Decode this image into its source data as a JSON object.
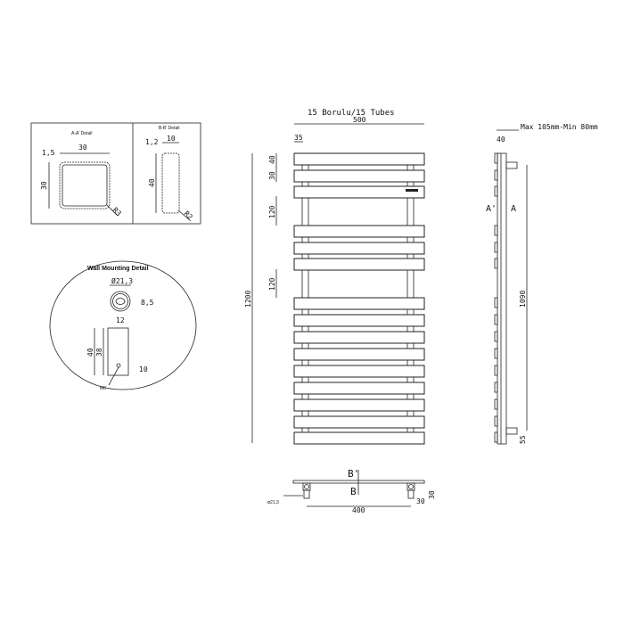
{
  "aa_detail": {
    "title": "A-A' Detail",
    "wall": "1,5",
    "width": "30",
    "height": "30",
    "radius": "R3"
  },
  "bb_detail": {
    "title": "B-B' Detail",
    "wall": "1,2",
    "width": "10",
    "height": "40",
    "radius": "R2"
  },
  "wall_mounting": {
    "title": "Wall Mounting Detail",
    "diameter": "Ø21,3",
    "hole_h": "8,5",
    "hole_w": "12",
    "h_outer": "40",
    "h_inner": "38",
    "bolt_offset": "10",
    "bolt": "M6"
  },
  "front_view": {
    "title": "15 Borulu/15 Tubes",
    "width": "500",
    "tube_offset": "35",
    "top_tube": "40",
    "gap": "30",
    "group_gap_1": "120",
    "group_gap_2": "120",
    "height": "1200",
    "tube_count": 15
  },
  "side_view": {
    "projection": "Max 105mm-Min 80mm",
    "depth": "40",
    "section_left": "A'",
    "section_right": "A",
    "bracket_span": "1090",
    "bottom_offset": "55"
  },
  "bottom_view": {
    "section_top": "B'",
    "section_bottom": "B",
    "pipe_dia": "ø21,3",
    "bracket_span": "400",
    "bracket_w": "30",
    "bracket_h": "30"
  }
}
